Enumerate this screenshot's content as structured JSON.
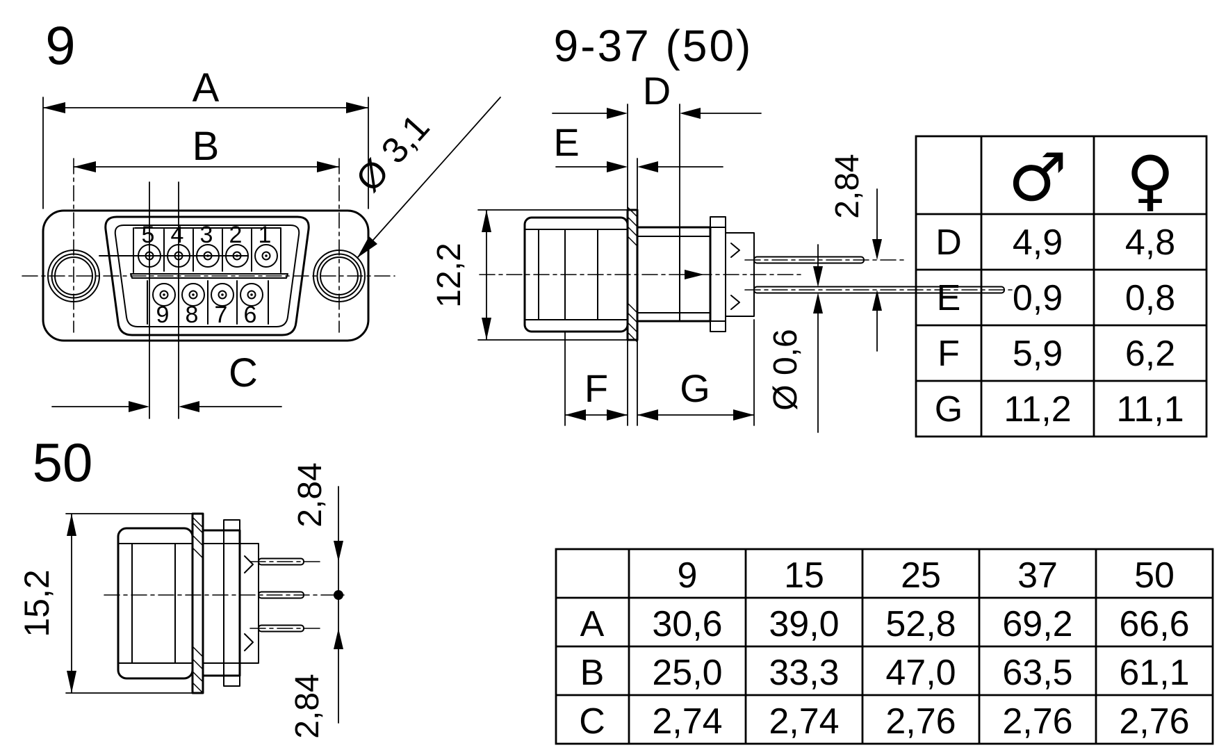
{
  "drawing": {
    "front_view": {
      "label": "9",
      "dim_a": "A",
      "dim_b": "B",
      "dim_c": "C",
      "hole_diameter": "Ø 3,1",
      "pins_top": [
        "5",
        "4",
        "3",
        "2",
        "1"
      ],
      "pins_bottom": [
        "9",
        "8",
        "7",
        "6"
      ]
    },
    "side_view_9_37": {
      "label": "9-37 (50)",
      "dim_d": "D",
      "dim_e": "E",
      "dim_f": "F",
      "dim_g": "G",
      "body_height": "12,2",
      "pin_offset": "2,84",
      "pin_diameter": "Ø 0,6"
    },
    "side_view_50": {
      "label": "50",
      "body_height": "15,2",
      "pin_pitch_upper": "2,84",
      "pin_pitch_lower": "2,84"
    },
    "gender_table": {
      "male_symbol": "♂",
      "female_symbol": "♀",
      "rows": [
        {
          "param": "D",
          "male": "4,9",
          "female": "4,8"
        },
        {
          "param": "E",
          "male": "0,9",
          "female": "0,8"
        },
        {
          "param": "F",
          "male": "5,9",
          "female": "6,2"
        },
        {
          "param": "G",
          "male": "11,2",
          "female": "11,1"
        }
      ]
    },
    "size_table": {
      "columns": [
        "9",
        "15",
        "25",
        "37",
        "50"
      ],
      "rows": [
        {
          "param": "A",
          "values": [
            "30,6",
            "39,0",
            "52,8",
            "69,2",
            "66,6"
          ]
        },
        {
          "param": "B",
          "values": [
            "25,0",
            "33,3",
            "47,0",
            "63,5",
            "61,1"
          ]
        },
        {
          "param": "C",
          "values": [
            "2,74",
            "2,74",
            "2,76",
            "2,76",
            "2,76"
          ]
        }
      ]
    }
  }
}
